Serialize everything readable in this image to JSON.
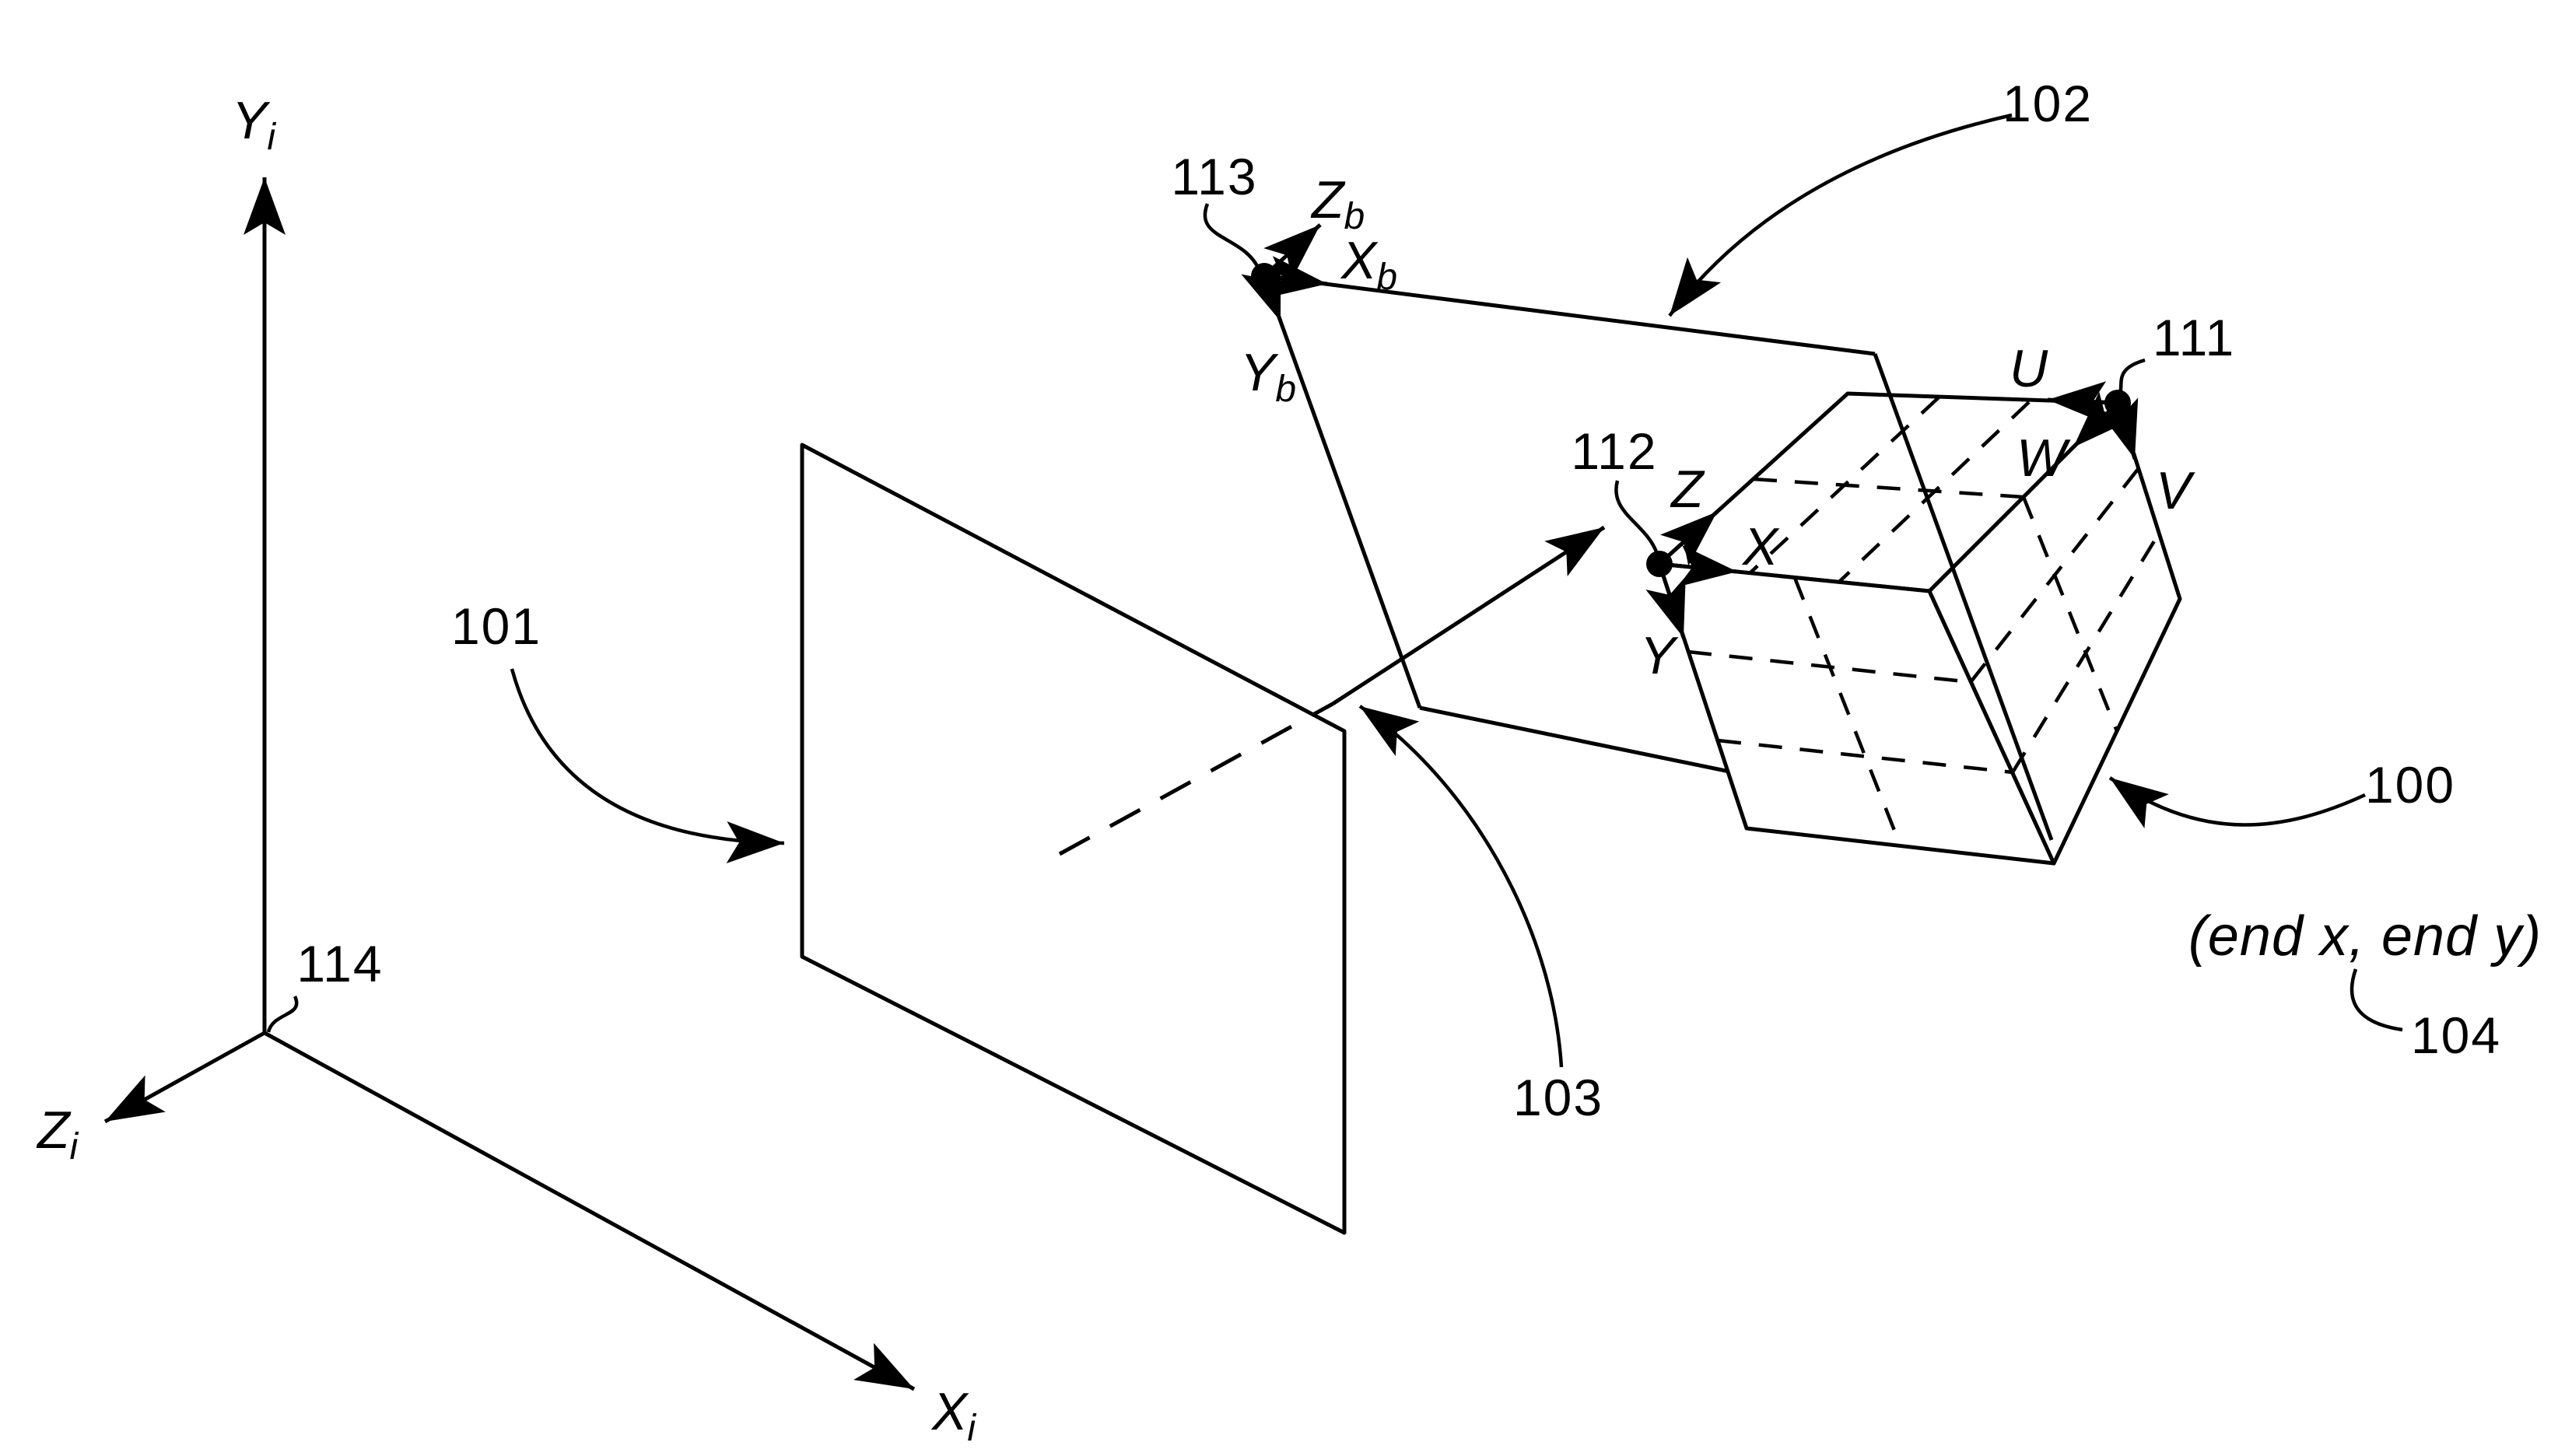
{
  "figure": {
    "colors": {
      "ink": "#000000",
      "paper": "#ffffff"
    },
    "world_axes": {
      "y": {
        "base": "Y",
        "sub": "i"
      },
      "z": {
        "base": "Z",
        "sub": "i"
      },
      "x": {
        "base": "X",
        "sub": "i"
      },
      "origin_ref": "114"
    },
    "image_plane": {
      "ref": "101"
    },
    "sample_plane": {
      "ref": "102",
      "frame": {
        "ref": "113",
        "z": {
          "base": "Z",
          "sub": "b"
        },
        "x": {
          "base": "X",
          "sub": "b"
        },
        "y": {
          "base": "Y",
          "sub": "b"
        }
      }
    },
    "ray": {
      "ref": "103"
    },
    "volume": {
      "ref": "100",
      "origin_frame": {
        "ref": "112",
        "z": "Z",
        "x": "X",
        "y": "Y"
      },
      "corner_frame": {
        "ref": "111",
        "u": "U",
        "w": "W",
        "v": "V"
      }
    },
    "end_point": {
      "text": "(end x, end y)",
      "ref": "104"
    }
  }
}
